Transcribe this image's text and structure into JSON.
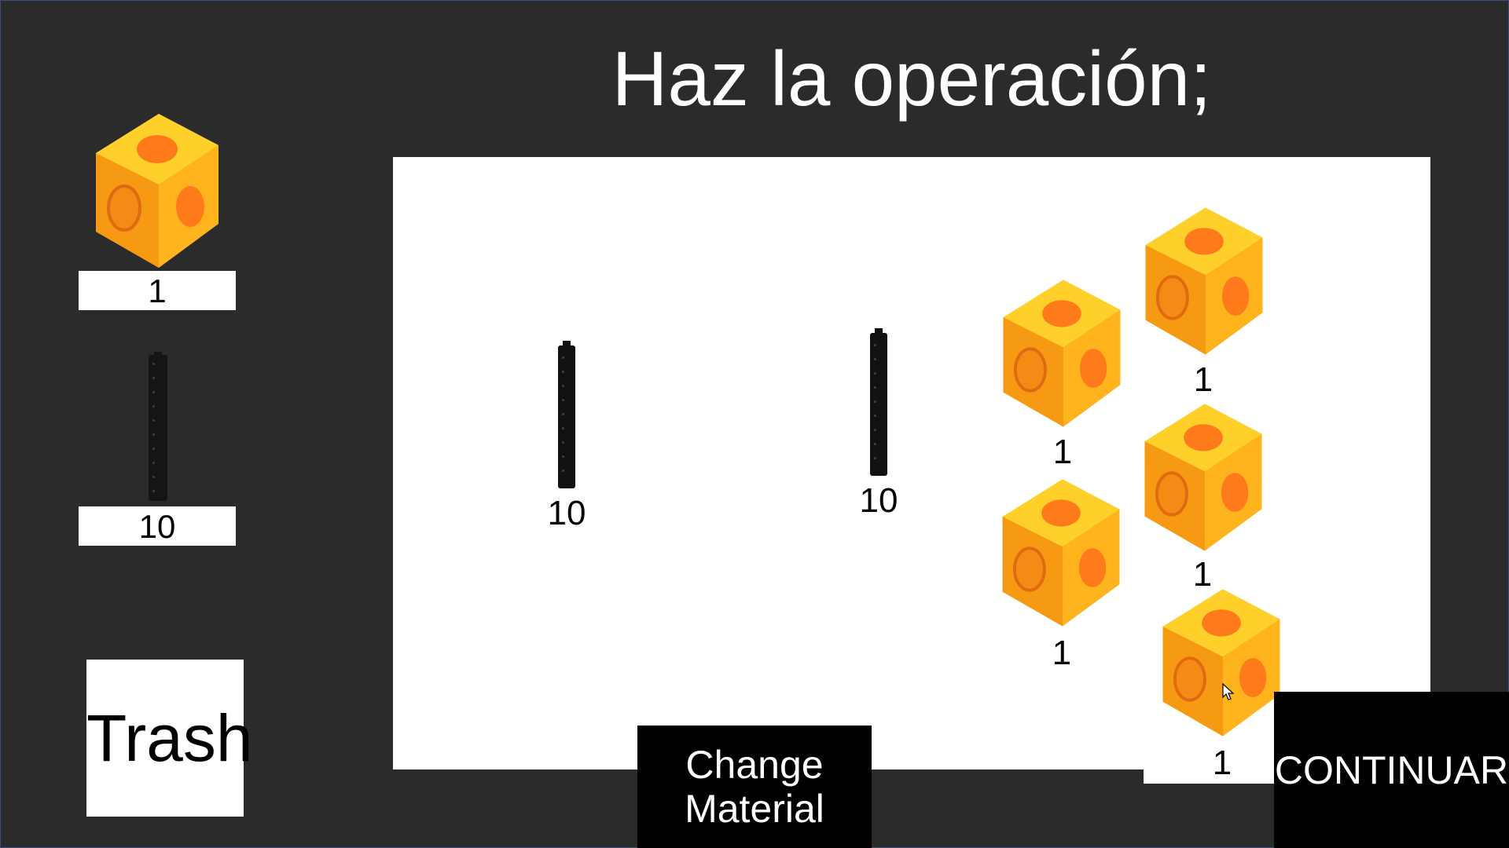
{
  "title": "Haz la operación;",
  "palette": {
    "unit_cube": {
      "label": "1",
      "icon": "unit-cube-icon"
    },
    "ten_rod": {
      "label": "10",
      "icon": "ten-rod-icon"
    }
  },
  "workspace": {
    "pieces": [
      {
        "kind": "ten-rod",
        "label": "10"
      },
      {
        "kind": "ten-rod",
        "label": "10"
      },
      {
        "kind": "unit-cube",
        "label": "1"
      },
      {
        "kind": "unit-cube",
        "label": "1"
      },
      {
        "kind": "unit-cube",
        "label": "1"
      },
      {
        "kind": "unit-cube",
        "label": "1"
      },
      {
        "kind": "unit-cube",
        "label": "1"
      }
    ]
  },
  "buttons": {
    "trash": "Trash",
    "change_material_line1": "Change",
    "change_material_line2": "Material",
    "continuar": "CONTINUAR"
  },
  "colors": {
    "background": "#2b2b2b",
    "workspace": "#ffffff",
    "cube_yellow": "#ffc21a",
    "cube_orange": "#ff7a1a",
    "rod_black": "#111111"
  }
}
